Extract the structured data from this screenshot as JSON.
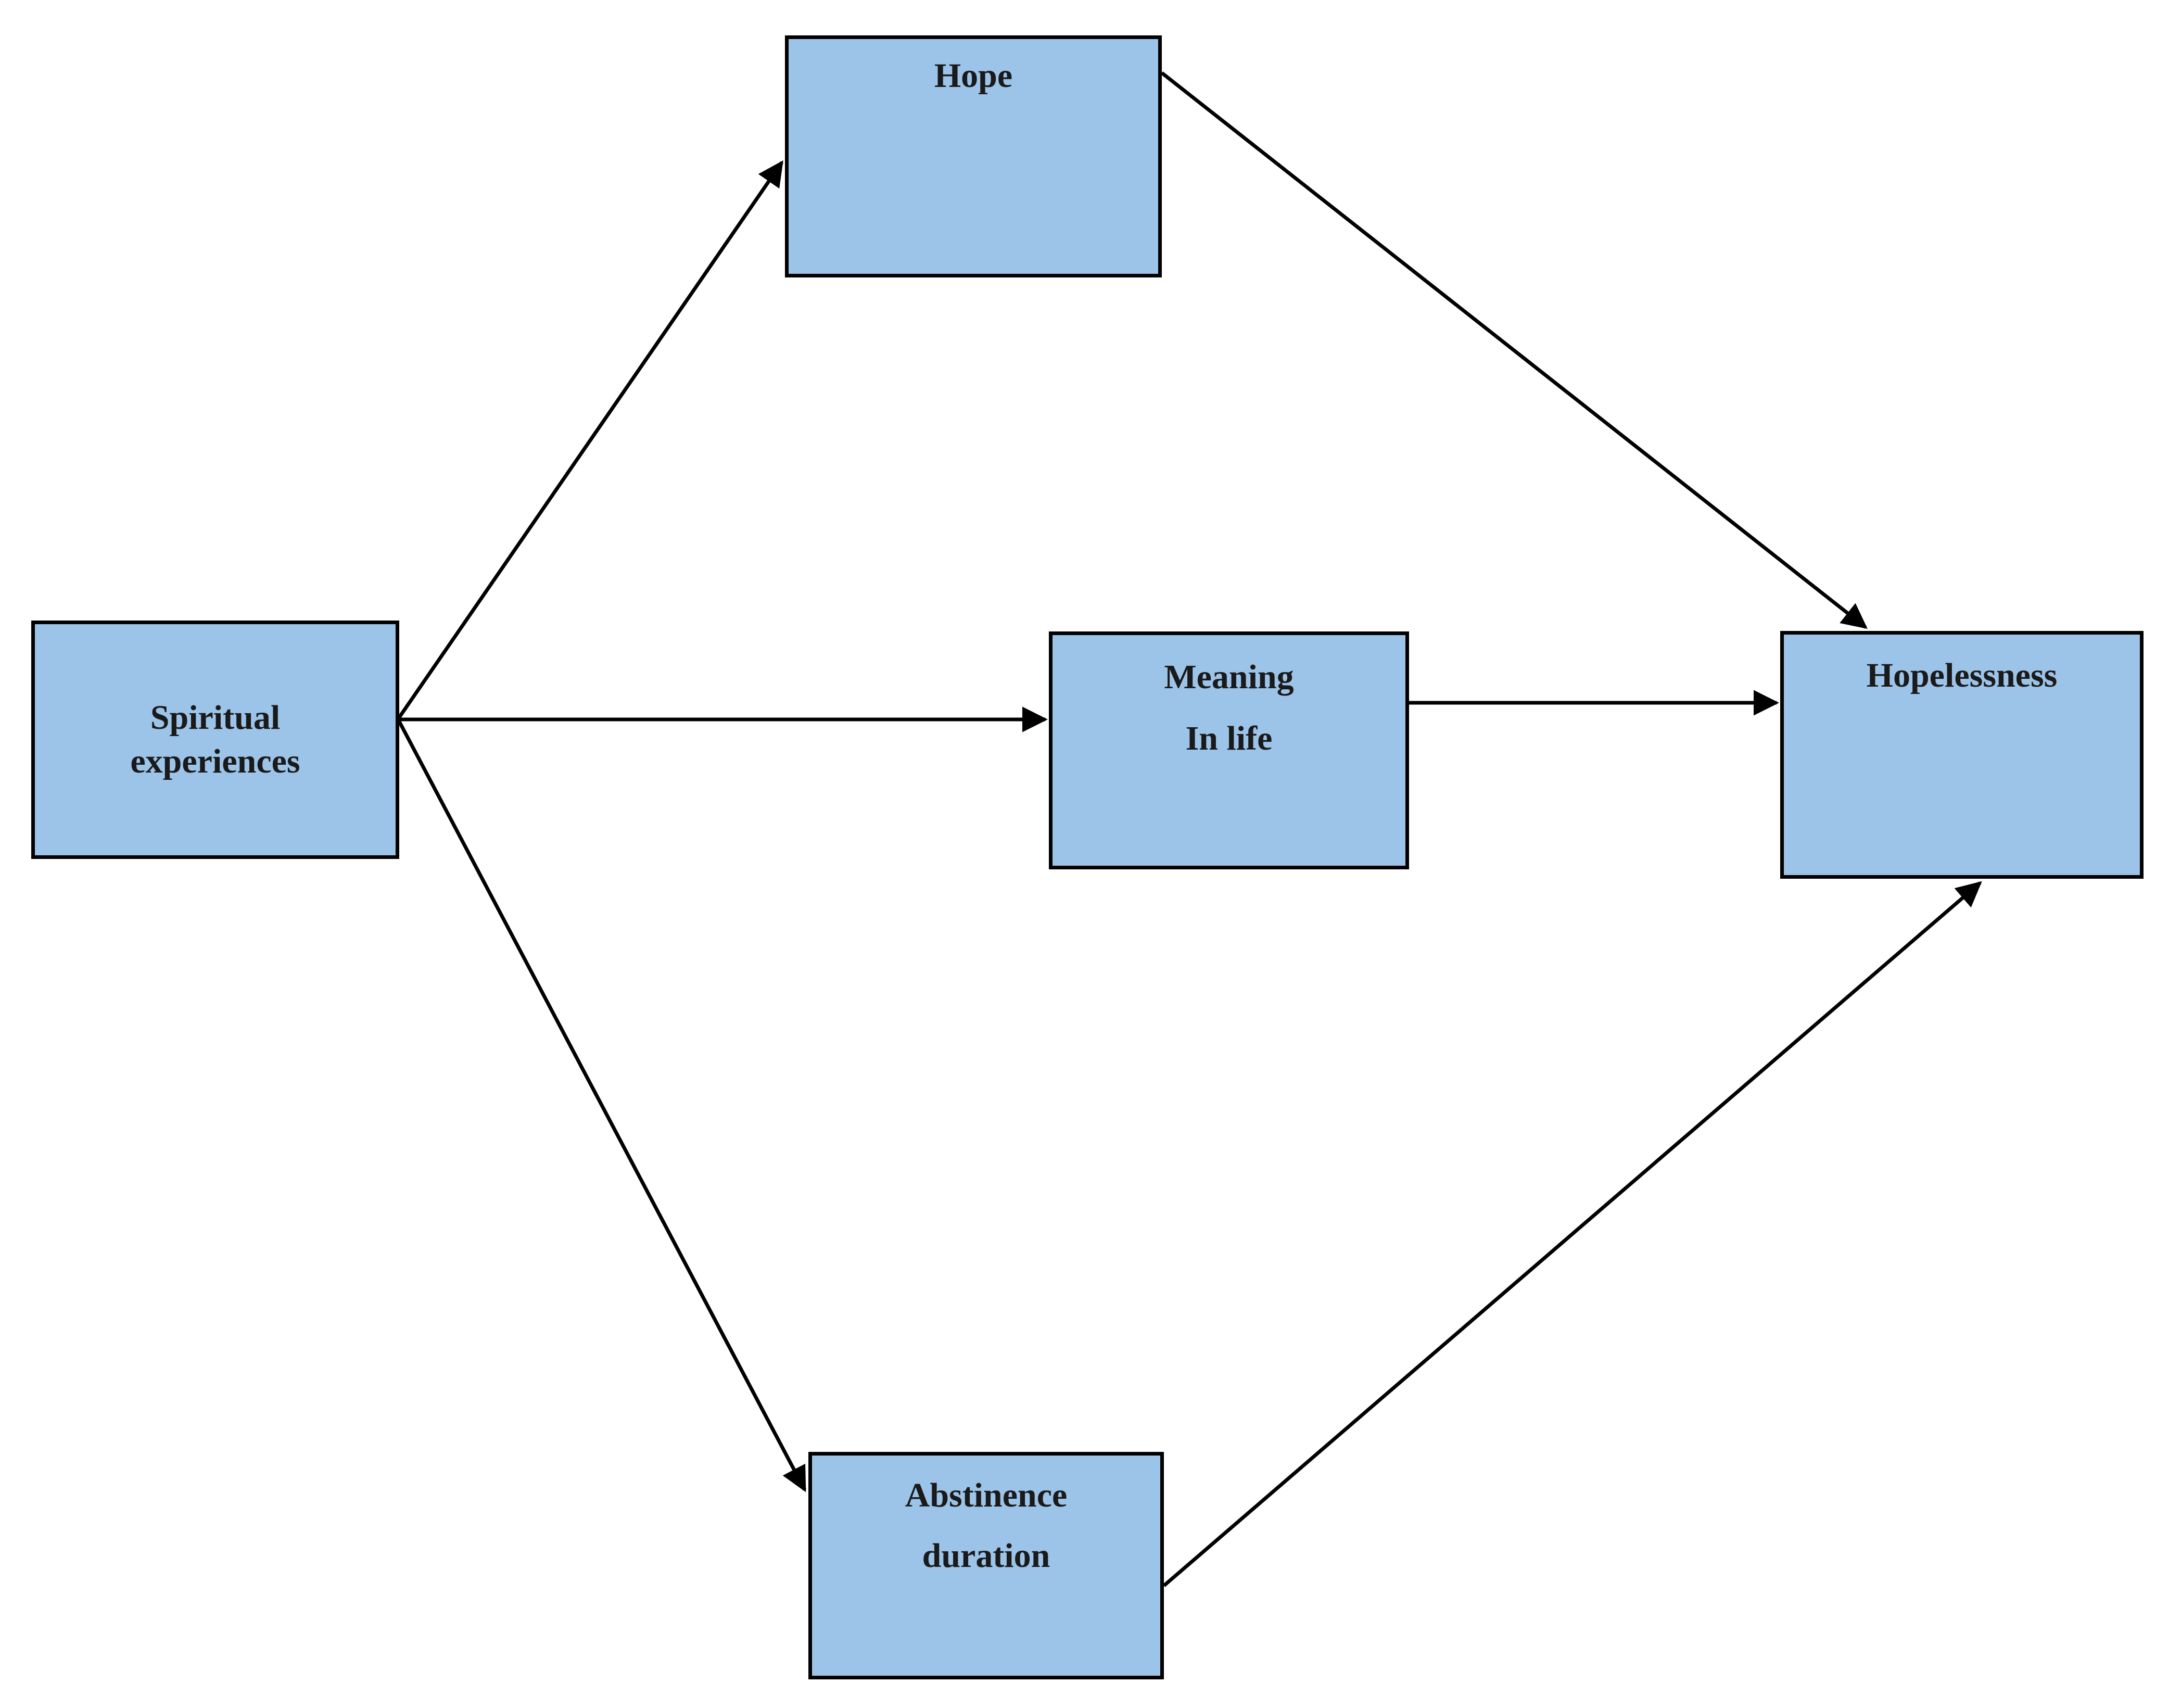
{
  "diagram": {
    "type": "path-model",
    "background_color": "#FFFFFF",
    "node_fill_color": "#9CC3E8",
    "node_border_color": "#000000",
    "edge_color": "#000000",
    "nodes": [
      {
        "id": "spiritual",
        "label_lines": [
          "Spiritual",
          "experiences"
        ]
      },
      {
        "id": "hope",
        "label_lines": [
          "Hope"
        ]
      },
      {
        "id": "meaning",
        "label_lines": [
          "Meaning",
          "In life"
        ]
      },
      {
        "id": "hopelessness",
        "label_lines": [
          "Hopelessness"
        ]
      },
      {
        "id": "abstinence",
        "label_lines": [
          "Abstinence",
          "duration"
        ]
      }
    ],
    "edges": [
      {
        "id": "spiritual-to-hope",
        "from": "spiritual",
        "to": "hope",
        "arrowhead": "end"
      },
      {
        "id": "spiritual-to-meaning",
        "from": "spiritual",
        "to": "meaning",
        "arrowhead": "end"
      },
      {
        "id": "spiritual-to-abstinence",
        "from": "spiritual",
        "to": "abstinence",
        "arrowhead": "end"
      },
      {
        "id": "hope-to-hopelessness",
        "from": "hope",
        "to": "hopelessness",
        "arrowhead": "end"
      },
      {
        "id": "meaning-to-hopelessness",
        "from": "meaning",
        "to": "hopelessness",
        "arrowhead": "end"
      },
      {
        "id": "abstinence-to-hopelessness",
        "from": "abstinence",
        "to": "hopelessness",
        "arrowhead": "end"
      }
    ]
  },
  "labels": {
    "spiritual_line1": "Spiritual",
    "spiritual_line2": "experiences",
    "hope": "Hope",
    "meaning_line1": "Meaning",
    "meaning_line2": "In life",
    "hopelessness": "Hopelessness",
    "abstinence_line1": "Abstinence",
    "abstinence_line2": "duration"
  }
}
